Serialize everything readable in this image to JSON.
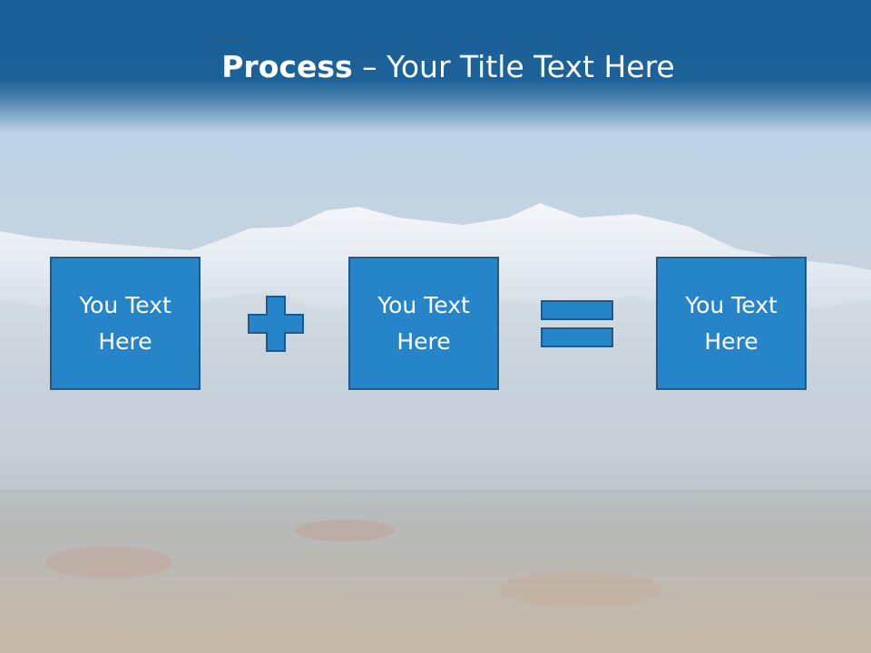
{
  "slide": {
    "title_bold": "Process",
    "title_rest": " – Your Title Text Here",
    "boxes": [
      {
        "label": "You Text Here"
      },
      {
        "label": "You Text Here"
      },
      {
        "label": "You Text Here"
      }
    ],
    "operators": {
      "first": "plus-icon",
      "second": "equals-icon"
    },
    "colors": {
      "header": "#1a5f95",
      "box_fill": "#2585c8",
      "box_border": "#1d5a8c",
      "text": "#ffffff"
    }
  }
}
